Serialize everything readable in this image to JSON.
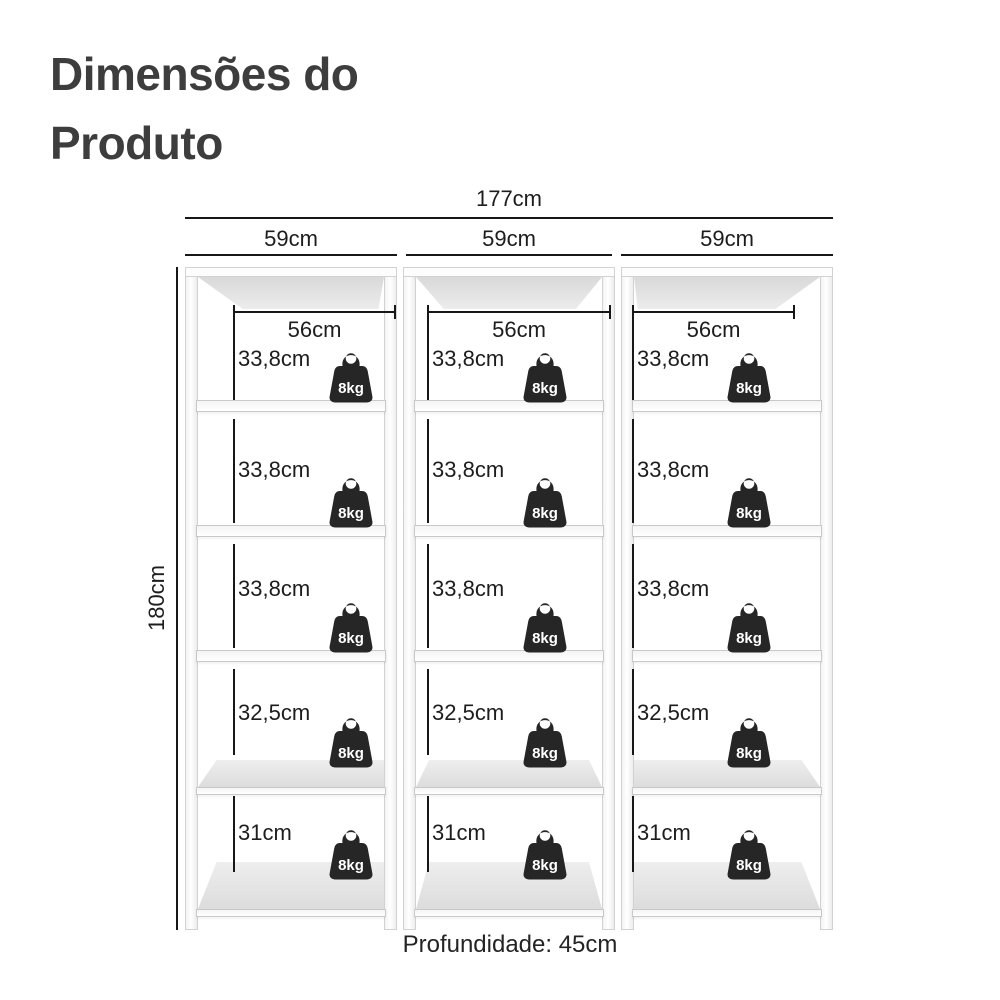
{
  "title": "Dimensões do Produto",
  "footer": {
    "depth_label": "Profundidade: 45cm"
  },
  "dimensions": {
    "overall_width": "177cm",
    "overall_height": "180cm",
    "inner_width": "56cm",
    "max_weight_per_shelf": "8kg",
    "module_widths": [
      "59cm",
      "59cm",
      "59cm"
    ],
    "compartment_heights": [
      "33,8cm",
      "33,8cm",
      "33,8cm",
      "32,5cm",
      "31cm"
    ]
  },
  "colors": {
    "dimension_line": "#171717",
    "title_text": "#3d3d3d",
    "weight_icon": "#262626",
    "shelf_shade": "#e3e3e3"
  },
  "icons": {
    "weight_icon": "kettlebell-weight"
  }
}
